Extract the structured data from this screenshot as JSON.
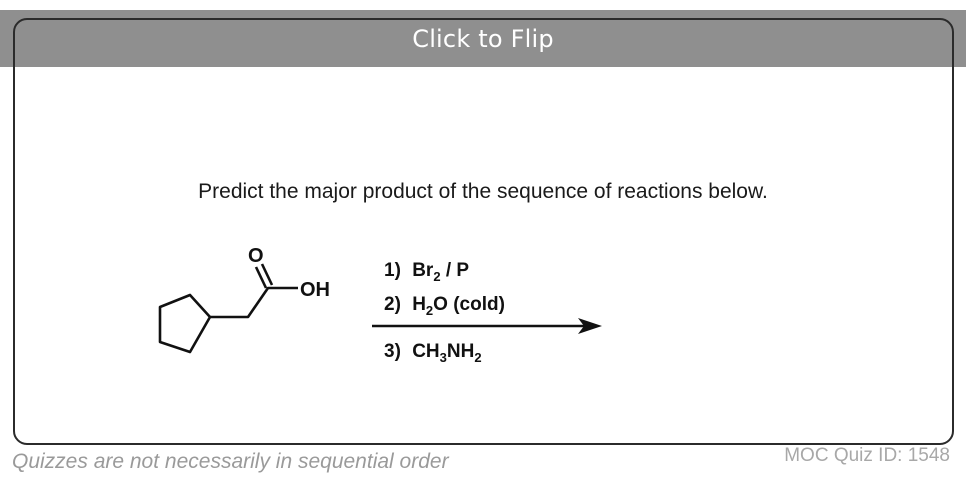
{
  "flip": {
    "label": "Click to Flip"
  },
  "question": {
    "text": "Predict the major product of the sequence of reactions below."
  },
  "molecule": {
    "carbonyl_o": "O",
    "hydroxyl": "OH"
  },
  "reagents": {
    "step1": {
      "num": "1)",
      "main": "Br",
      "sub": "2",
      "rest": " / P"
    },
    "step2": {
      "num": "2)",
      "pre": "H",
      "sub": "2",
      "post": "O (cold)"
    },
    "step3": {
      "num": "3)",
      "a": "CH",
      "sub1": "3",
      "b": "NH",
      "sub2": "2"
    }
  },
  "footer": {
    "note": "Quizzes are not necessarily in sequential order",
    "quiz_id": "MOC Quiz ID: 1548"
  }
}
